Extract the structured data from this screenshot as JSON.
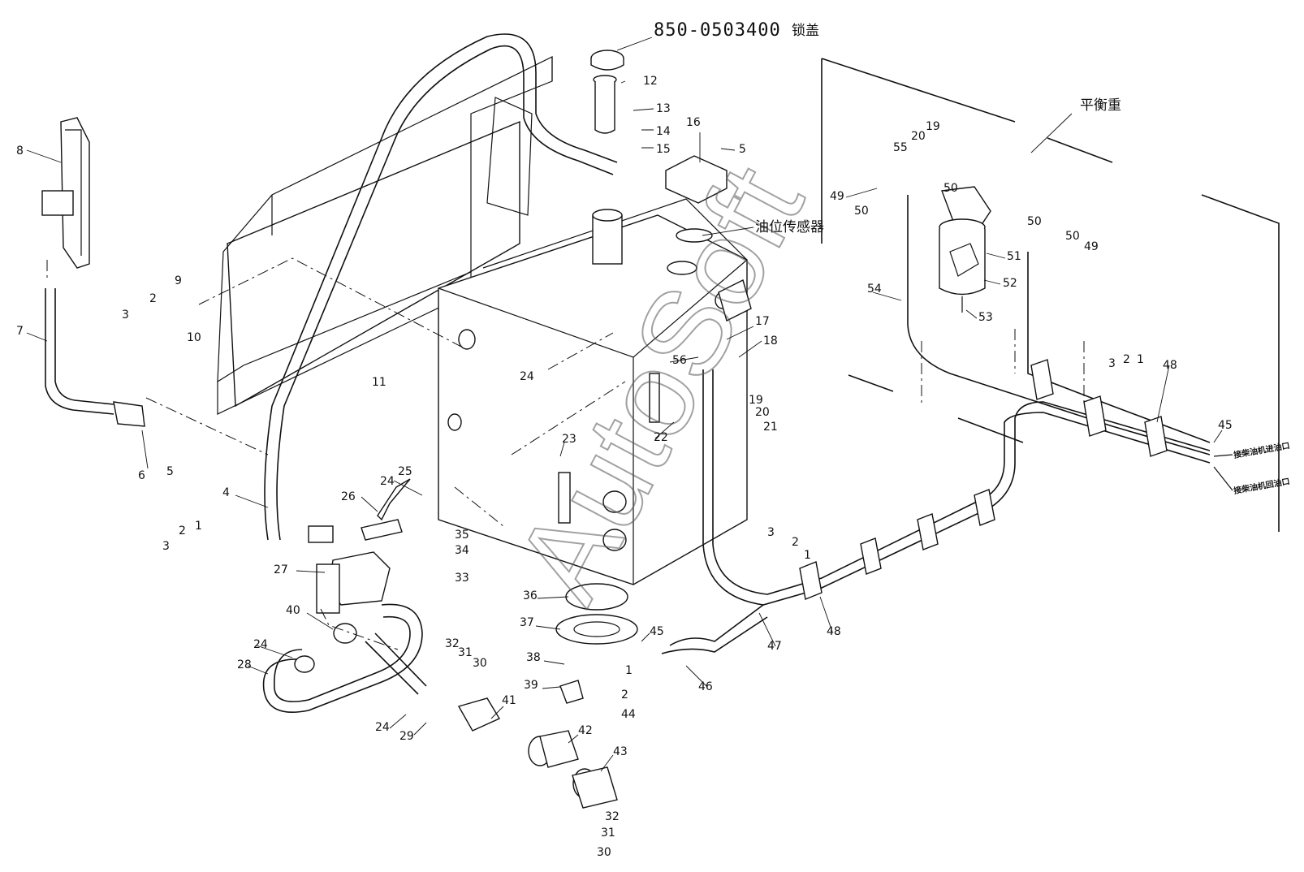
{
  "header": {
    "part_number": "850-0503400",
    "part_name": "锁盖"
  },
  "annotations": {
    "fuel_level_sensor": "油位传感器",
    "counterweight": "平衡重",
    "engine_inlet": "接柴油机进油口",
    "engine_return": "接柴油机回油口"
  },
  "watermark": "AutoSoft",
  "callouts": [
    {
      "id": "c1",
      "text": "1"
    },
    {
      "id": "c2",
      "text": "2"
    },
    {
      "id": "c3",
      "text": "3"
    },
    {
      "id": "c4",
      "text": "4"
    },
    {
      "id": "c5",
      "text": "5"
    },
    {
      "id": "c6",
      "text": "6"
    },
    {
      "id": "c7",
      "text": "7"
    },
    {
      "id": "c8",
      "text": "8"
    },
    {
      "id": "c9",
      "text": "9"
    },
    {
      "id": "c10",
      "text": "10"
    },
    {
      "id": "c11",
      "text": "11"
    },
    {
      "id": "c12",
      "text": "12"
    },
    {
      "id": "c13",
      "text": "13"
    },
    {
      "id": "c14",
      "text": "14"
    },
    {
      "id": "c15",
      "text": "15"
    },
    {
      "id": "c16",
      "text": "16"
    },
    {
      "id": "c17",
      "text": "17"
    },
    {
      "id": "c18",
      "text": "18"
    },
    {
      "id": "c19",
      "text": "19"
    },
    {
      "id": "c20",
      "text": "20"
    },
    {
      "id": "c21",
      "text": "21"
    },
    {
      "id": "c22",
      "text": "22"
    },
    {
      "id": "c23",
      "text": "23"
    },
    {
      "id": "c24",
      "text": "24"
    },
    {
      "id": "c25",
      "text": "25"
    },
    {
      "id": "c26",
      "text": "26"
    },
    {
      "id": "c27",
      "text": "27"
    },
    {
      "id": "c28",
      "text": "28"
    },
    {
      "id": "c29",
      "text": "29"
    },
    {
      "id": "c30",
      "text": "30"
    },
    {
      "id": "c31",
      "text": "31"
    },
    {
      "id": "c32",
      "text": "32"
    },
    {
      "id": "c33",
      "text": "33"
    },
    {
      "id": "c34",
      "text": "34"
    },
    {
      "id": "c35",
      "text": "35"
    },
    {
      "id": "c36",
      "text": "36"
    },
    {
      "id": "c37",
      "text": "37"
    },
    {
      "id": "c38",
      "text": "38"
    },
    {
      "id": "c39",
      "text": "39"
    },
    {
      "id": "c40",
      "text": "40"
    },
    {
      "id": "c41",
      "text": "41"
    },
    {
      "id": "c42",
      "text": "42"
    },
    {
      "id": "c43",
      "text": "43"
    },
    {
      "id": "c44",
      "text": "44"
    },
    {
      "id": "c45",
      "text": "45"
    },
    {
      "id": "c46",
      "text": "46"
    },
    {
      "id": "c47",
      "text": "47"
    },
    {
      "id": "c48",
      "text": "48"
    },
    {
      "id": "c49",
      "text": "49"
    },
    {
      "id": "c50",
      "text": "50"
    },
    {
      "id": "c51",
      "text": "51"
    },
    {
      "id": "c52",
      "text": "52"
    },
    {
      "id": "c53",
      "text": "53"
    },
    {
      "id": "c54",
      "text": "54"
    },
    {
      "id": "c55",
      "text": "55"
    },
    {
      "id": "c56",
      "text": "56"
    }
  ]
}
